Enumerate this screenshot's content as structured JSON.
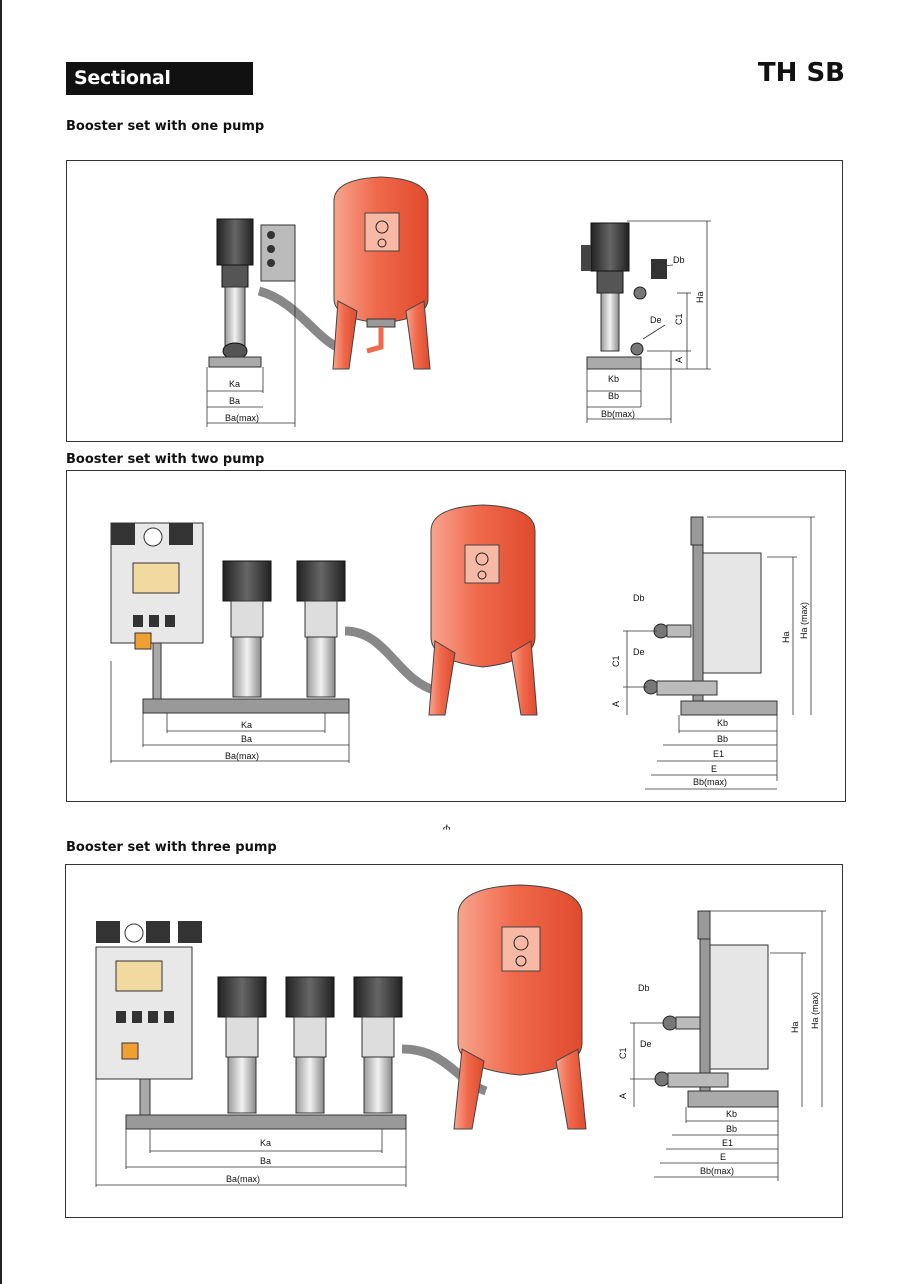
{
  "page": {
    "section_title": "Sectional Drawings",
    "brand": "TH SB",
    "stray_mark": "ሐ"
  },
  "sections": [
    {
      "heading": "Booster set with one pump",
      "front_labels": {
        "ka": "Ka",
        "ba": "Ba",
        "bamax": "Ba(max)"
      },
      "side_labels": {
        "kb": "Kb",
        "bb": "Bb",
        "bbmax": "Bb(max)",
        "db": "Db",
        "de": "De",
        "c1": "C1",
        "a": "A",
        "ha": "Ha"
      }
    },
    {
      "heading": "Booster set with two pump",
      "front_labels": {
        "ka": "Ka",
        "ba": "Ba",
        "bamax": "Ba(max)"
      },
      "side_labels": {
        "kb": "Kb",
        "bb": "Bb",
        "e1": "E1",
        "e": "E",
        "bbmax": "Bb(max)",
        "db": "Db",
        "de": "De",
        "c1": "C1",
        "a": "A",
        "ha": "Ha",
        "hamax": "Ha (max)"
      }
    },
    {
      "heading": "Booster set with three pump",
      "front_labels": {
        "ka": "Ka",
        "ba": "Ba",
        "bamax": "Ba(max)"
      },
      "side_labels": {
        "kb": "Kb",
        "bb": "Bb",
        "e1": "E1",
        "e": "E",
        "bbmax": "Bb(max)",
        "db": "Db",
        "de": "De",
        "c1": "C1",
        "a": "A",
        "ha": "Ha",
        "hamax": "Ha (max)"
      }
    }
  ],
  "colors": {
    "tank": "#f0694c",
    "tank_light": "#f7a58e",
    "motor": "#3a3a3a",
    "steel": "#d9d9d9",
    "frame": "#9a9a9a",
    "text": "#111111"
  }
}
